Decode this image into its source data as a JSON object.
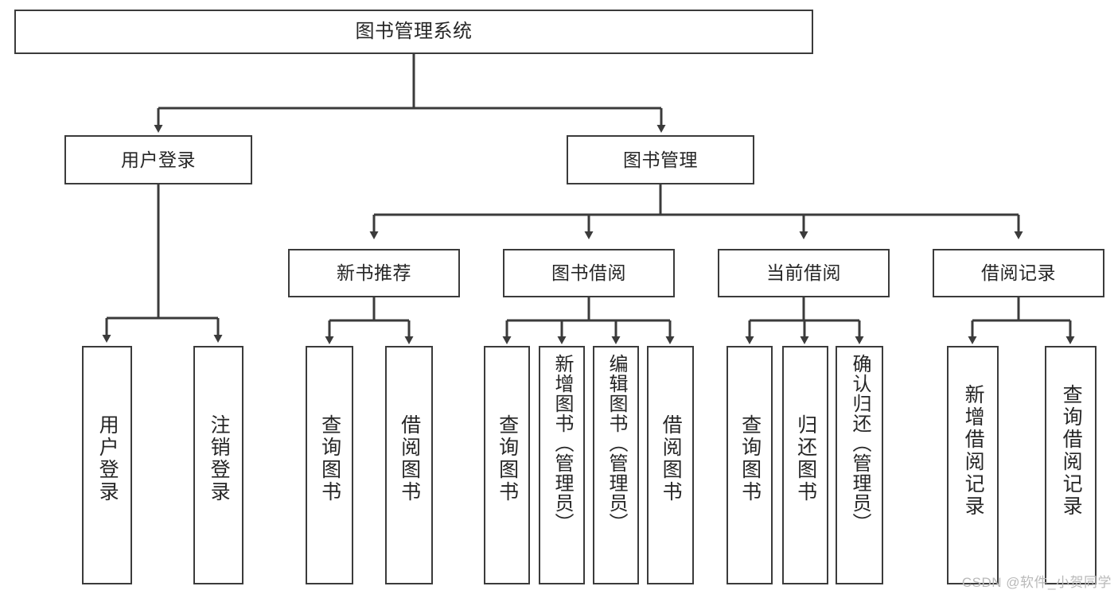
{
  "diagram": {
    "title": "图书管理系统",
    "type": "tree",
    "colors": {
      "box_border": "#3b3b3b",
      "box_fill": "#ffffff",
      "text": "#262626",
      "connector": "#3b3b3b",
      "watermark": "#b9b9b9"
    },
    "nodes": {
      "root": {
        "label": "图书管理系统"
      },
      "level2": [
        {
          "id": "user-login",
          "label": "用户登录"
        },
        {
          "id": "book-management",
          "label": "图书管理"
        }
      ],
      "level3": [
        {
          "id": "new-book-recommend",
          "label": "新书推荐"
        },
        {
          "id": "book-borrow",
          "label": "图书借阅"
        },
        {
          "id": "current-borrow",
          "label": "当前借阅"
        },
        {
          "id": "borrow-record",
          "label": "借阅记录"
        }
      ],
      "leaves": [
        {
          "id": "leaf-user-login",
          "label": "用户登录"
        },
        {
          "id": "leaf-logout",
          "label": "注销登录"
        },
        {
          "id": "leaf-query-book-1",
          "label": "查询图书"
        },
        {
          "id": "leaf-borrow-book-1",
          "label": "借阅图书"
        },
        {
          "id": "leaf-query-book-2",
          "label": "查询图书"
        },
        {
          "id": "leaf-add-book",
          "label": "新增图书（管理员）"
        },
        {
          "id": "leaf-edit-book",
          "label": "编辑图书（管理员）"
        },
        {
          "id": "leaf-borrow-book-2",
          "label": "借阅图书"
        },
        {
          "id": "leaf-query-book-3",
          "label": "查询图书"
        },
        {
          "id": "leaf-return-book",
          "label": "归还图书"
        },
        {
          "id": "leaf-confirm-return",
          "label": "确认归还（管理员）"
        },
        {
          "id": "leaf-add-record",
          "label": "新增借阅记录"
        },
        {
          "id": "leaf-query-record",
          "label": "查询借阅记录"
        }
      ]
    },
    "watermark": "CSDN @软件_小贺同学"
  }
}
